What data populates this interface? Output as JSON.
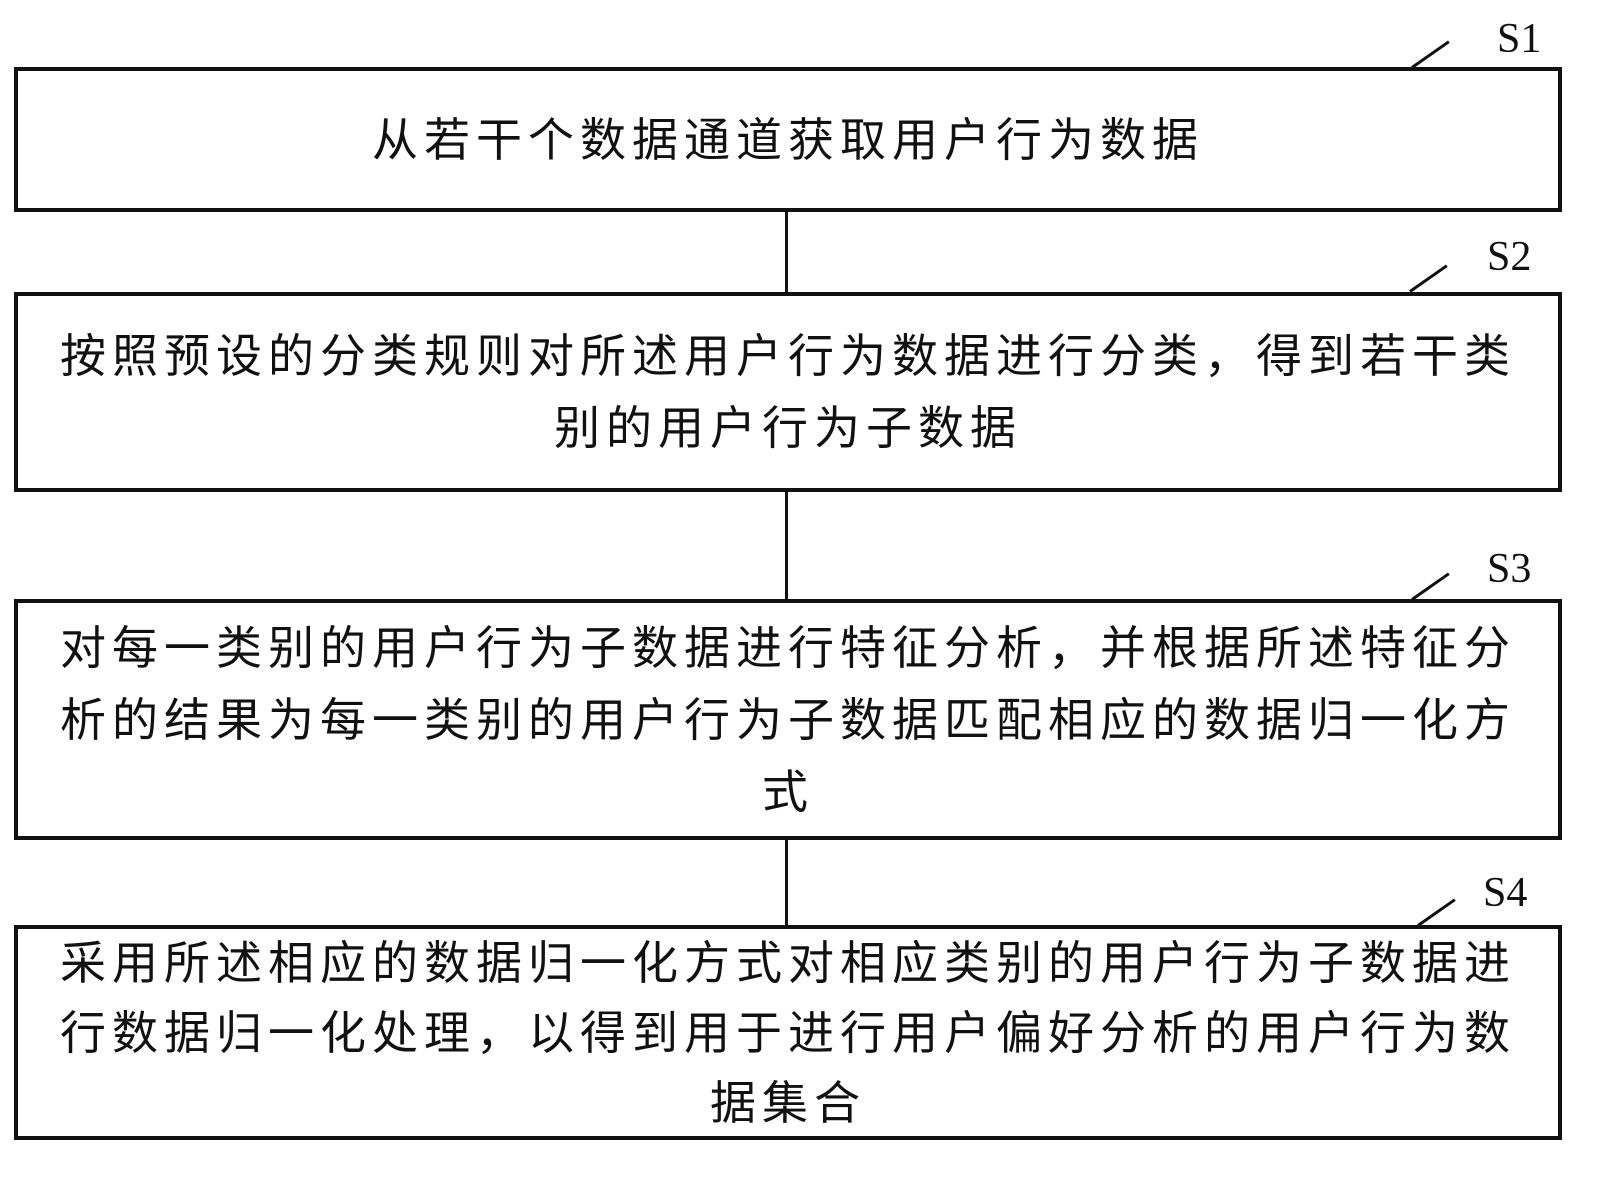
{
  "diagram": {
    "type": "flowchart",
    "steps": [
      {
        "id": "S1",
        "label": "S1",
        "text": "从若干个数据通道获取用户行为数据"
      },
      {
        "id": "S2",
        "label": "S2",
        "text": "按照预设的分类规则对所述用户行为数据进行分类，得到若干类别的用户行为子数据"
      },
      {
        "id": "S3",
        "label": "S3",
        "text": "对每一类别的用户行为子数据进行特征分析，并根据所述特征分析的结果为每一类别的用户行为子数据匹配相应的数据归一化方式"
      },
      {
        "id": "S4",
        "label": "S4",
        "text": "采用所述相应的数据归一化方式对相应类别的用户行为子数据进行数据归一化处理，以得到用于进行用户偏好分析的用户行为数据集合"
      }
    ],
    "edges": [
      {
        "from": "S1",
        "to": "S2"
      },
      {
        "from": "S2",
        "to": "S3"
      },
      {
        "from": "S3",
        "to": "S4"
      }
    ]
  }
}
